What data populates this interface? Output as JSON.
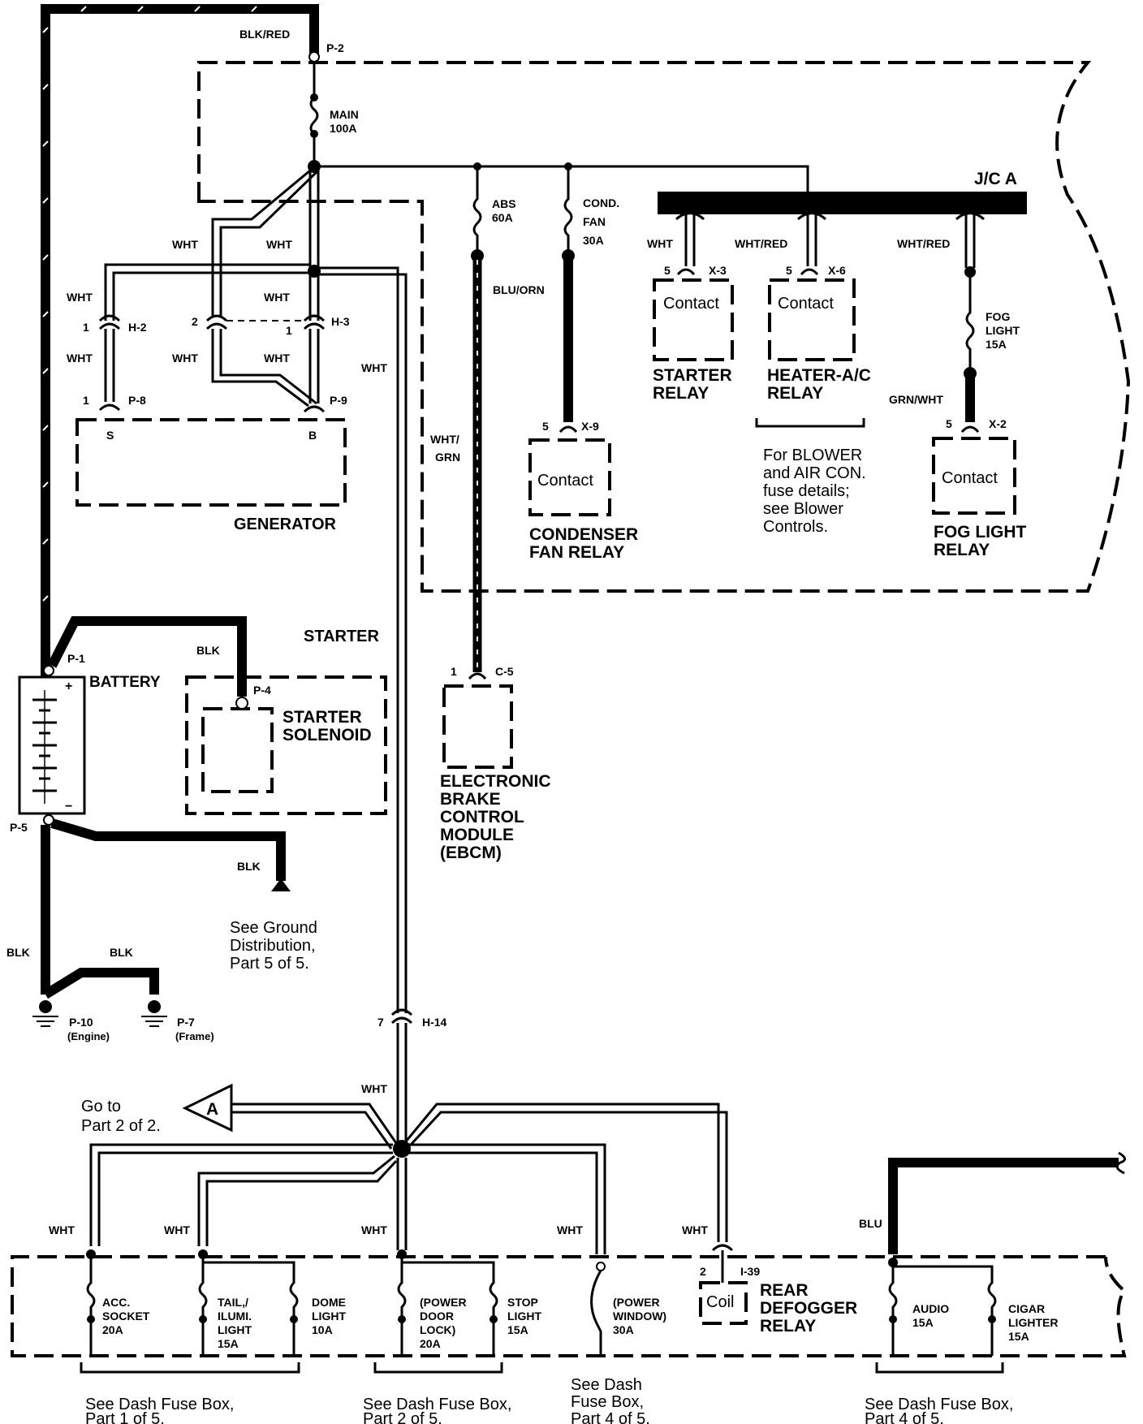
{
  "colors": {
    "ink": "#000000",
    "paper": "#ffffff"
  },
  "wires": {
    "blk_red": "BLK/RED",
    "wht": "WHT",
    "blk": "BLK",
    "blu_orn": "BLU/ORN",
    "wht_grn_1": "WHT/",
    "wht_grn_2": "GRN",
    "wht_red": "WHT/RED",
    "grn_wht": "GRN/WHT",
    "blu": "BLU"
  },
  "connectors": {
    "p2": "P-2",
    "p8": "P-8",
    "p9": "P-9",
    "p1": "P-1",
    "p4": "P-4",
    "p5": "P-5",
    "p10": "P-10",
    "p7": "P-7",
    "h2": "H-2",
    "h3": "H-3",
    "h14": "H-14",
    "x3": "X-3",
    "x6": "X-6",
    "x2": "X-2",
    "x9": "X-9",
    "c5": "C-5",
    "i39": "I-39",
    "pin1": "1",
    "pin2": "2",
    "pin5": "5",
    "pin7": "7"
  },
  "fuses": {
    "main_1": "MAIN",
    "main_2": "100A",
    "abs_1": "ABS",
    "abs_2": "60A",
    "cond_1": "COND.",
    "cond_2": "FAN",
    "cond_3": "30A",
    "fog_1": "FOG",
    "fog_2": "LIGHT",
    "fog_3": "15A",
    "acc_1": "ACC.",
    "acc_2": "SOCKET",
    "acc_3": "20A",
    "tail_1": "TAIL,/",
    "tail_2": "ILUMI.",
    "tail_3": "LIGHT",
    "tail_4": "15A",
    "dome_1": "DOME",
    "dome_2": "LIGHT",
    "dome_3": "10A",
    "door_1": "(POWER",
    "door_2": "DOOR",
    "door_3": "LOCK)",
    "door_4": "20A",
    "stop_1": "STOP",
    "stop_2": "LIGHT",
    "stop_3": "15A",
    "window_1": "(POWER",
    "window_2": "WINDOW)",
    "window_3": "30A",
    "audio_1": "AUDIO",
    "audio_2": "15A",
    "cigar_1": "CIGAR",
    "cigar_2": "LIGHTER",
    "cigar_3": "15A"
  },
  "components": {
    "jca": "J/C A",
    "contact": "Contact",
    "coil": "Coil",
    "starter_relay_1": "STARTER",
    "starter_relay_2": "RELAY",
    "heater_relay_1": "HEATER-A/C",
    "heater_relay_2": "RELAY",
    "fog_relay_1": "FOG LIGHT",
    "fog_relay_2": "RELAY",
    "cond_relay_1": "CONDENSER",
    "cond_relay_2": "FAN RELAY",
    "generator": "GENERATOR",
    "gen_s": "S",
    "gen_b": "B",
    "battery": "BATTERY",
    "plus": "+",
    "minus": "−",
    "starter": "STARTER",
    "solenoid_1": "STARTER",
    "solenoid_2": "SOLENOID",
    "ebcm_1": "ELECTRONIC",
    "ebcm_2": "BRAKE",
    "ebcm_3": "CONTROL",
    "ebcm_4": "MODULE",
    "ebcm_5": "(EBCM)",
    "engine": "(Engine)",
    "frame": "(Frame)",
    "defog_1": "REAR",
    "defog_2": "DEFOGGER",
    "defog_3": "RELAY",
    "connector_a": "A"
  },
  "notes": {
    "blower_1": "For BLOWER",
    "blower_2": "and AIR CON.",
    "blower_3": "fuse details;",
    "blower_4": "see Blower",
    "blower_5": "Controls.",
    "ground_1": "See Ground",
    "ground_2": "Distribution,",
    "ground_3": "Part 5 of 5.",
    "goto_1": "Go to",
    "goto_2": "Part 2 of 2.",
    "fuse1_1": "See Dash Fuse Box,",
    "fuse1_2": "Part 1 of 5.",
    "fuse2_1": "See Dash Fuse Box,",
    "fuse2_2": "Part 2 of 5.",
    "fuse3_1": "See Dash",
    "fuse3_2": "Fuse Box,",
    "fuse3_3": "Part 4 of 5.",
    "fuse4_1": "See Dash Fuse Box,",
    "fuse4_2": "Part 4 of 5."
  }
}
